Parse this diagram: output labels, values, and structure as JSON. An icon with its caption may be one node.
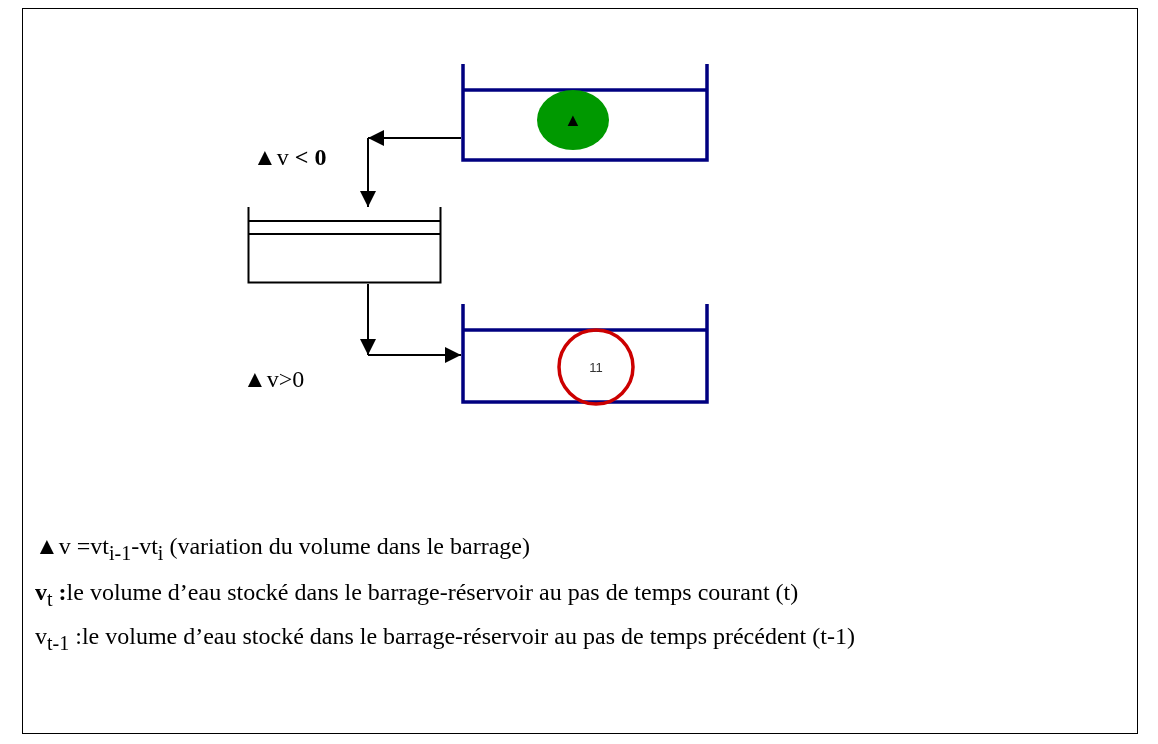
{
  "diagram": {
    "nodes": [
      {
        "text": [],
        "shape": "tank"
      },
      {
        "text": [
          "▲"
        ],
        "in": 0
      },
      {
        "text": [],
        "shape": "box"
      },
      {
        "text": [],
        "shape": "tank"
      },
      {
        "text": [
          "11"
        ],
        "in": 3
      }
    ],
    "edges": [
      {
        "from": 0,
        "to": 2,
        "arrow": "to"
      },
      {
        "from": 2,
        "to": 3,
        "arrow": "to"
      }
    ],
    "labels": [
      "▲v **< 0**",
      "▲v>0",
      "▲v =vt$_{i-1}$-vt$_{i}$ (variation du volume dans le barrage)",
      "**v**$_{t}$ **:**le volume d’eau stocké dans le barrage-réservoir au pas de temps courant (t)",
      "v$_{t-1}$ :le volume d’eau stocké dans le barrage-réservoir au pas de temps précédent (t-1)"
    ]
  }
}
